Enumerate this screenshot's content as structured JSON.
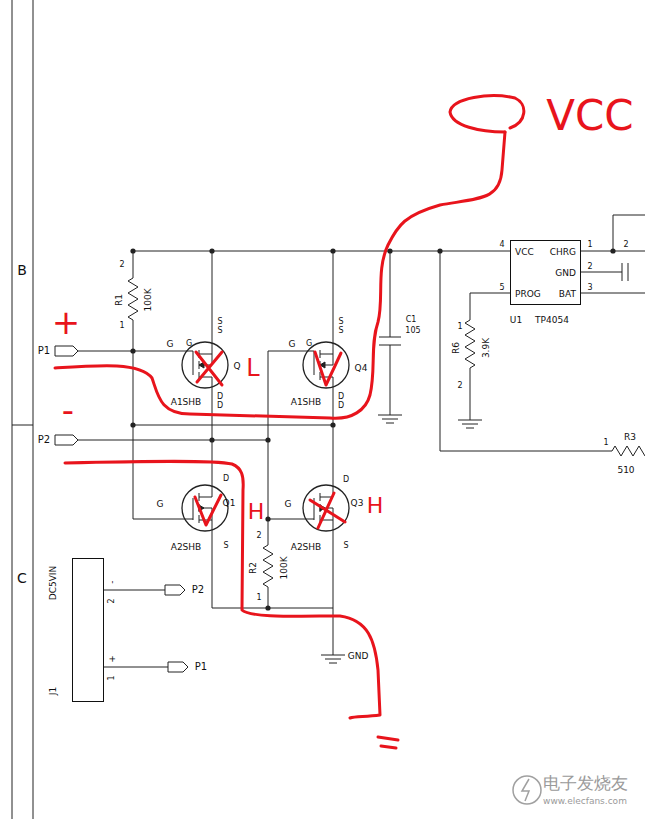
{
  "diagram": {
    "nodes": [
      {
        "text": [
          "VCC",
          "CHRG",
          "GND",
          "PROG",
          "BAT"
        ]
      },
      {
        "text": [
          "DC5VIN",
          "J1"
        ]
      }
    ],
    "labels": [
      "B",
      "C",
      "P1",
      "P2",
      "R1",
      "100K",
      "2",
      "1",
      "G",
      "G",
      "S",
      "S",
      "D",
      "D",
      "Q",
      "A1SHB",
      "G",
      "G",
      "S",
      "S",
      "D",
      "D",
      "Q4",
      "A1SHB",
      "C1",
      "105",
      "D",
      "G",
      "Q1",
      "S",
      "A2SHB",
      "D",
      "G",
      "Q3",
      "S",
      "A2SHB",
      "R2",
      "100K",
      "2",
      "1",
      "GND",
      "4",
      "1",
      "2",
      "5",
      "3",
      "U1",
      "TP4054",
      "2",
      "R6",
      "3.9K",
      "1",
      "2",
      "1",
      "R3",
      "510",
      "2",
      "-",
      "1",
      "+",
      "P2",
      "P1",
      "+",
      "-",
      "VCC",
      "L",
      "H",
      "H",
      "电子发烧友",
      "www.elecfans.com"
    ]
  }
}
